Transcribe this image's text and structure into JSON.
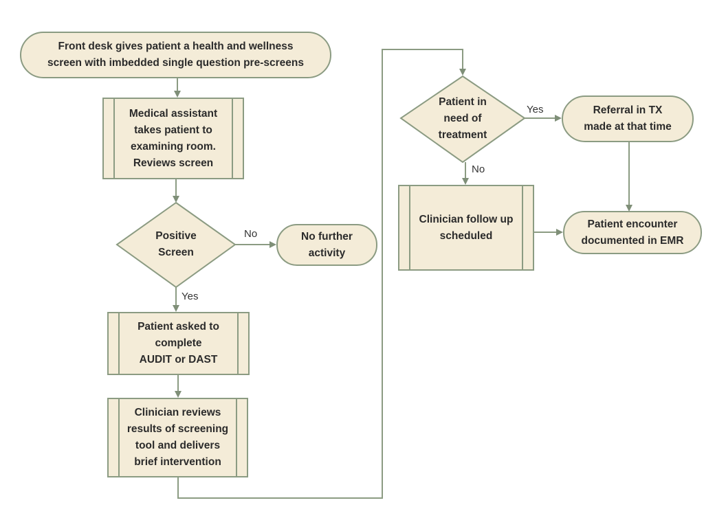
{
  "colors": {
    "fill": "#f4ecd8",
    "stroke": "#8b9b82",
    "text": "#2b2b2b",
    "arrow": "#7f8f78"
  },
  "nodes": {
    "front_desk": "Front desk gives patient a health and wellness\nscreen with imbedded single question pre-screens",
    "medical_assistant": "Medical assistant\ntakes patient to\nexamining room.\nReviews screen",
    "positive_screen": "Positive\nScreen",
    "no_further": "No further\nactivity",
    "audit_dast": "Patient asked to\ncomplete\nAUDIT or DAST",
    "clinician_reviews": "Clinician reviews\nresults of screening\ntool and delivers\nbrief intervention",
    "need_treatment": "Patient in\nneed of\ntreatment",
    "referral": "Referral in TX\nmade at that time",
    "follow_up": "Clinician follow up\nscheduled",
    "documented": "Patient encounter\ndocumented in EMR"
  },
  "edges": {
    "positive_no": "No",
    "positive_yes": "Yes",
    "treatment_yes": "Yes",
    "treatment_no": "No"
  }
}
